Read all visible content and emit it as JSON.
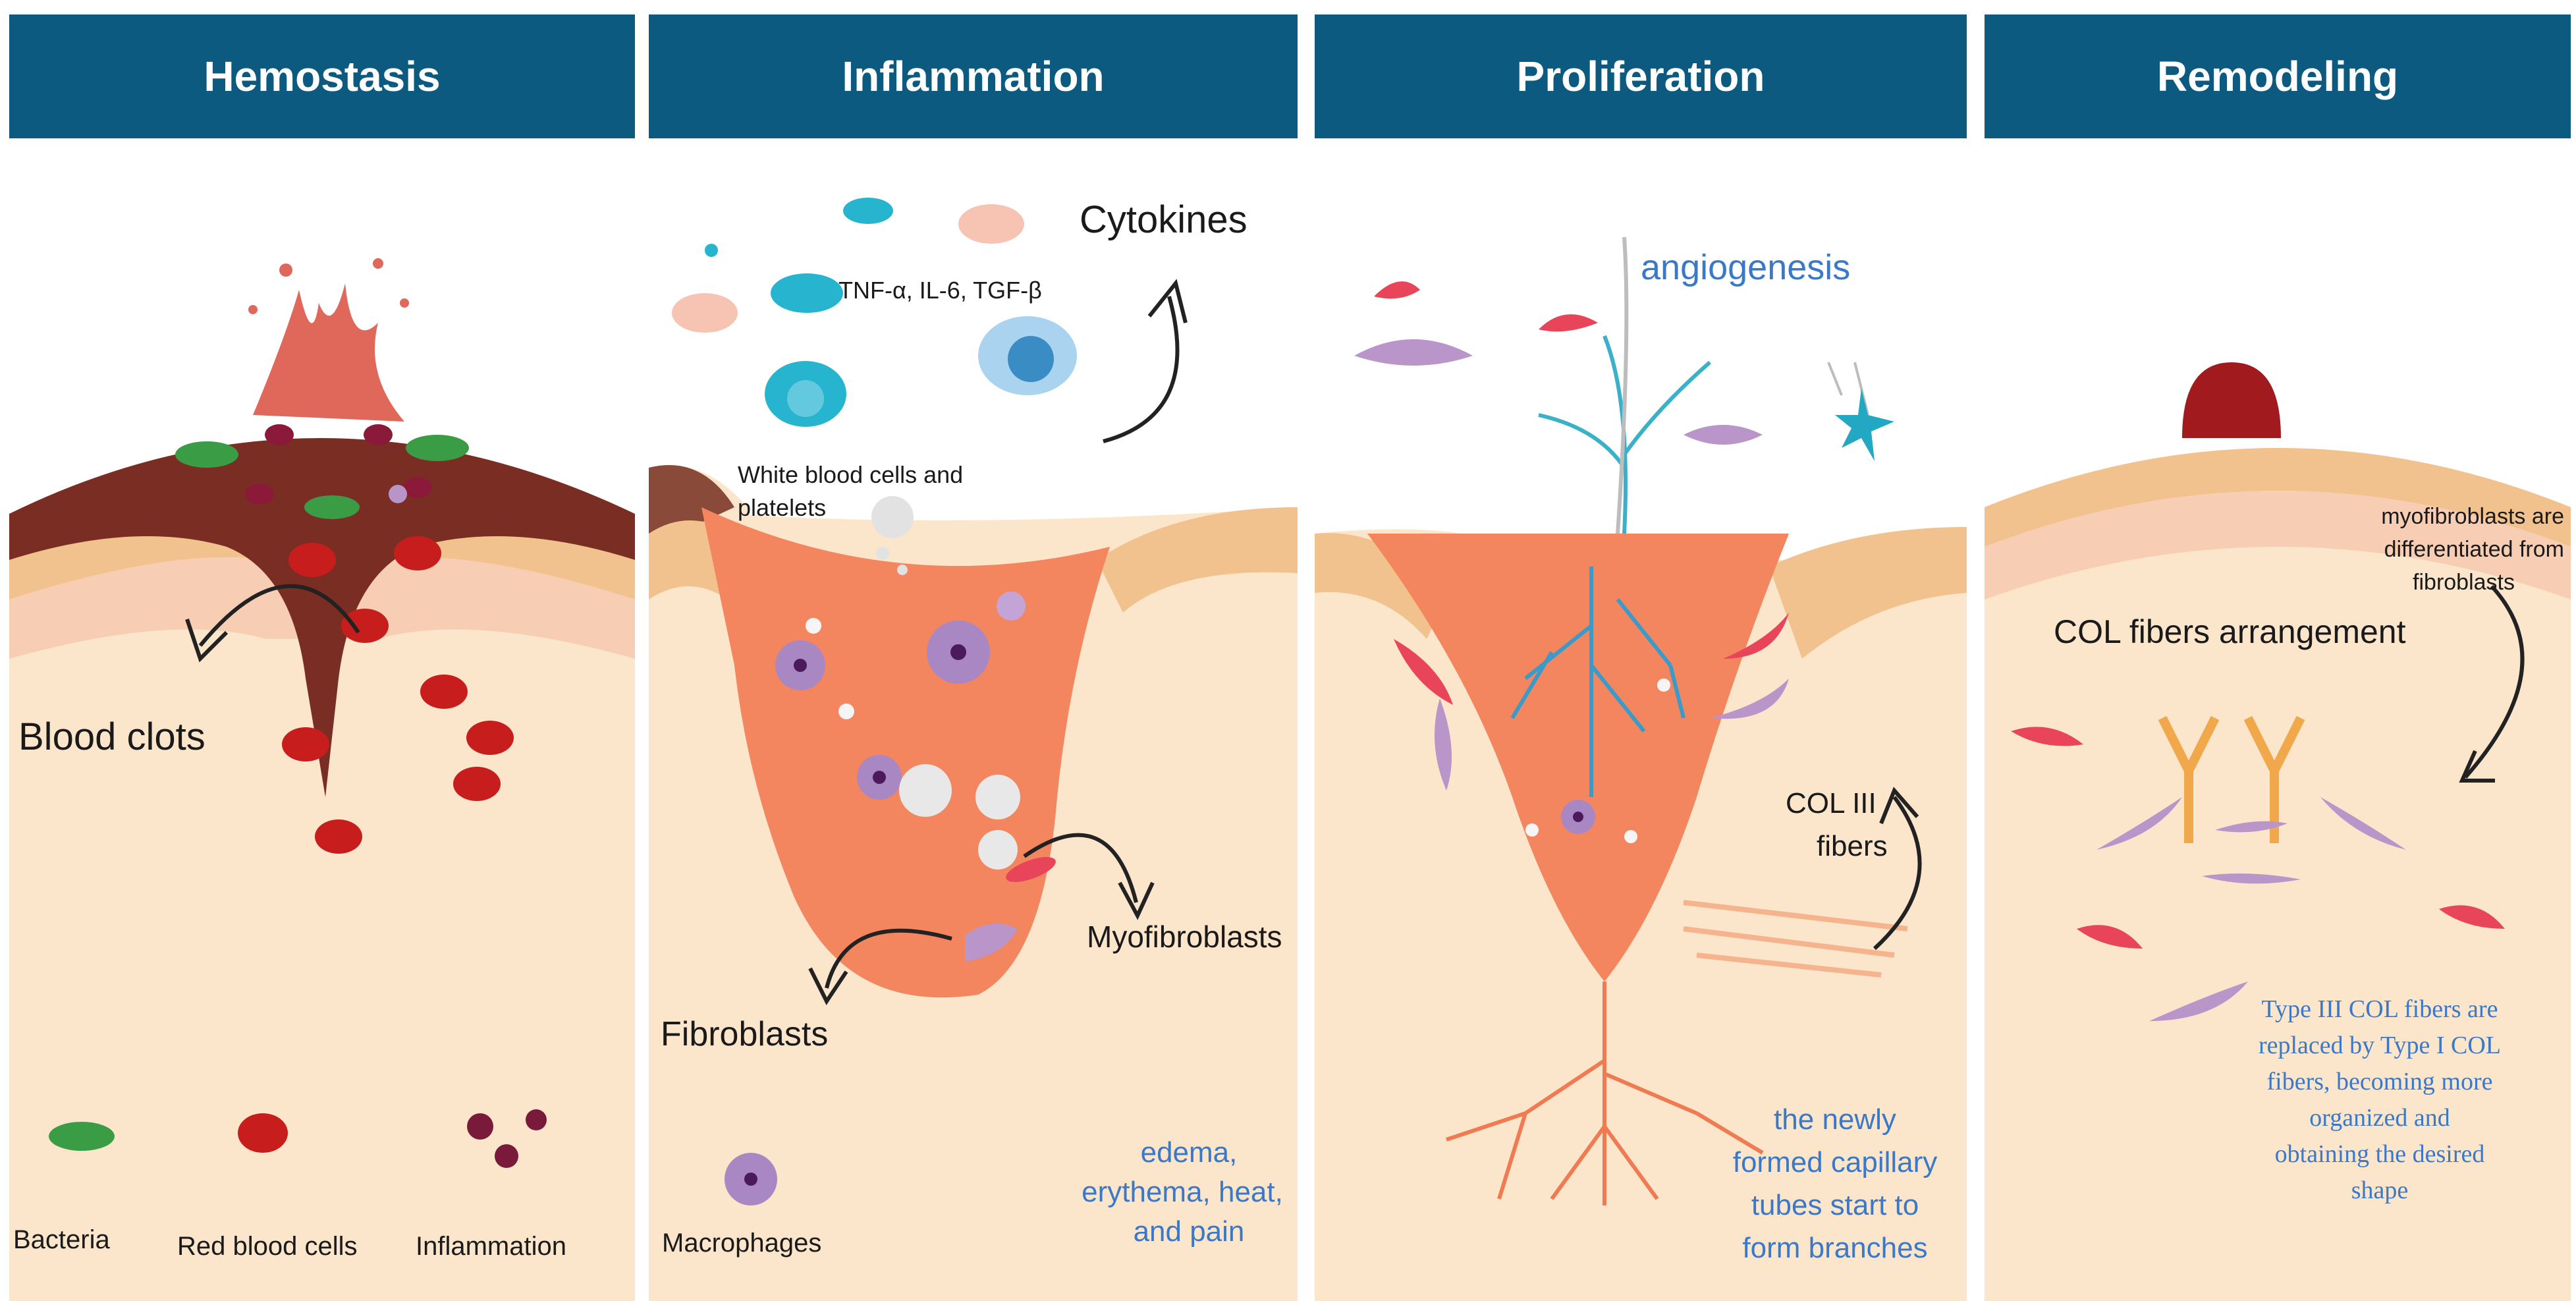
{
  "phases": [
    {
      "title": "Hemostasis"
    },
    {
      "title": "Inflammation"
    },
    {
      "title": "Proliferation"
    },
    {
      "title": "Remodeling"
    }
  ],
  "hemostasis": {
    "blood_clots": "Blood clots",
    "legend": {
      "bacteria": "Bacteria",
      "rbc": "Red blood cells",
      "inflammation": "Inflammation"
    }
  },
  "inflammation": {
    "cytokines": "Cytokines",
    "cytokine_list": "TNF-α, IL-6, TGF-β",
    "wbc_line1": "White blood cells and",
    "wbc_line2": "platelets",
    "myofibroblasts": "Myofibroblasts",
    "fibroblasts": "Fibroblasts",
    "macrophages": "Macrophages",
    "symptoms": [
      "edema,",
      "erythema, heat,",
      "and pain"
    ]
  },
  "proliferation": {
    "angiogenesis": "angiogenesis",
    "col3_line1": "COL III",
    "col3_line2": "fibers",
    "capillary": [
      "the newly",
      "formed capillary",
      "tubes start to",
      "form branches"
    ]
  },
  "remodeling": {
    "myo_diff": [
      "myofibroblasts are",
      "differentiated from",
      "fibroblasts"
    ],
    "col_arrangement": "COL fibers arrangement",
    "type_replace": [
      "Type III COL fibers are",
      "replaced by Type I COL",
      "fibers, becoming more",
      "organized and",
      "obtaining the desired",
      "shape"
    ]
  },
  "colors": {
    "header": "#0d5a80",
    "skin": "#fbe6cc",
    "epidermis": "#f2c28e",
    "wound": "#f3865f",
    "clot": "#7a2d22",
    "blue_text": "#3a78c9"
  }
}
